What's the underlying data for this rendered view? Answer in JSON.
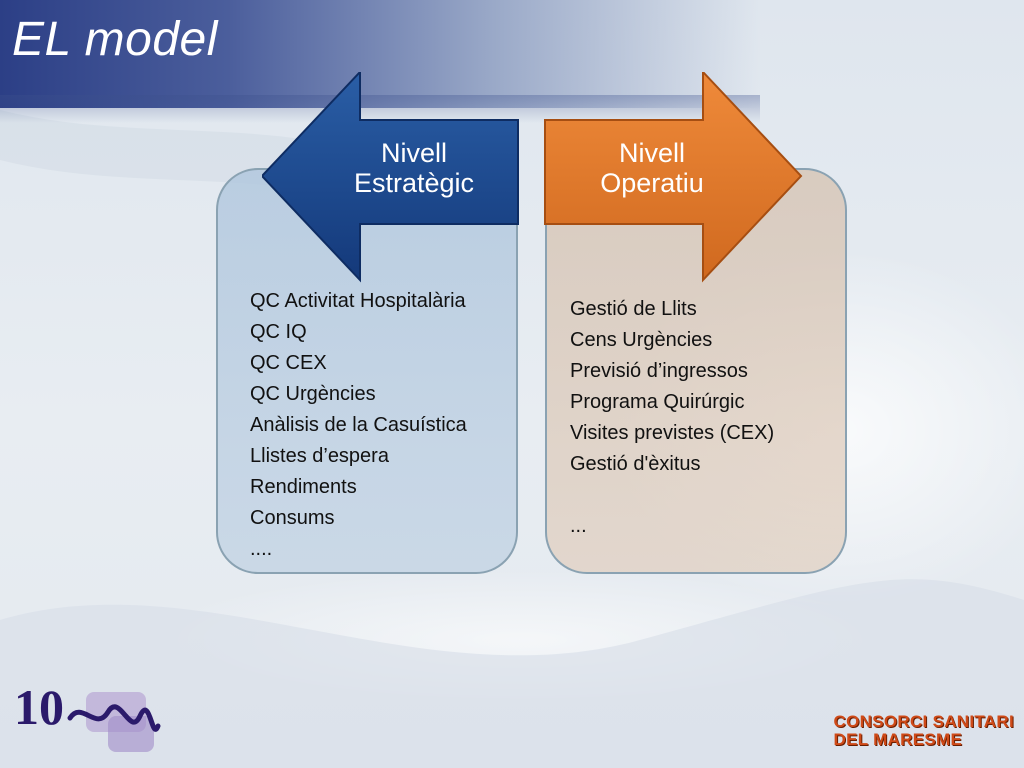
{
  "slide": {
    "title": "EL model"
  },
  "left_panel": {
    "arrow_line1": "Nivell",
    "arrow_line2": "Estratègic",
    "items": [
      "QC Activitat Hospitalària",
      "QC IQ",
      "QC CEX",
      "QC Urgències",
      "Anàlisis de la Casuística",
      "Llistes d’espera",
      "Rendiments",
      "Consums",
      "...."
    ]
  },
  "right_panel": {
    "arrow_line1": "Nivell",
    "arrow_line2": "Operatiu",
    "items": [
      "Gestió de Llits",
      "Cens Urgències",
      "Previsió d’ingressos",
      "Programa Quirúrgic",
      "Visites previstes (CEX)",
      "Gestió d'èxitus"
    ],
    "ellipsis": "..."
  },
  "footer": {
    "logo_number": "10",
    "org_line1": "CONSORCI SANITARI",
    "org_line2": "DEL MARESME"
  },
  "colors": {
    "arrow_left": "#1e4a8e",
    "arrow_right": "#e07a2c",
    "org_text": "#cf4a18",
    "logo": "#2b1a6b"
  }
}
